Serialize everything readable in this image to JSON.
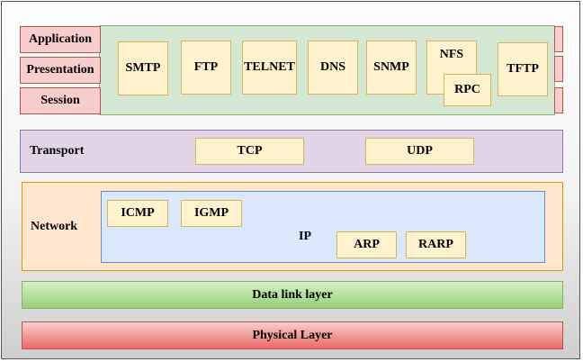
{
  "upper": {
    "osi_layers": [
      "Application",
      "Presentation",
      "Session"
    ],
    "protocols": [
      "SMTP",
      "FTP",
      "TELNET",
      "DNS",
      "SNMP",
      "NFS",
      "RPC",
      "TFTP"
    ]
  },
  "transport": {
    "label": "Transport",
    "protocols": [
      "TCP",
      "UDP"
    ]
  },
  "network": {
    "label": "Network",
    "ip": "IP",
    "protocols": [
      "ICMP",
      "IGMP",
      "ARP",
      "RARP"
    ]
  },
  "datalink": {
    "label": "Data link layer"
  },
  "physical": {
    "label": "Physical Layer"
  },
  "colors": {
    "application_band": "#d5e8d4",
    "transport_band": "#e1d5e7",
    "network_band": "#ffe6cc",
    "ip_box": "#dae8fc",
    "protocol_box": "#fff2cc",
    "osi_box": "#f8cecc",
    "datalink_band": "#b9e0a5",
    "physical_band": "#ea6b66"
  }
}
